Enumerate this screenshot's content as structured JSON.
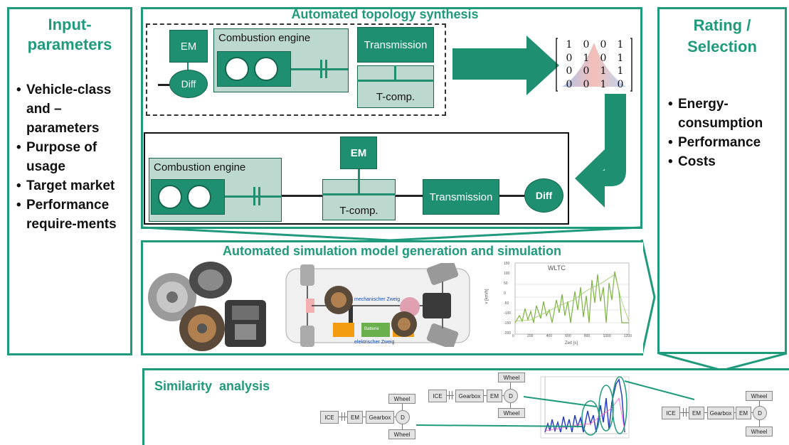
{
  "input": {
    "title_line1": "Input-",
    "title_line2": "parameters",
    "items": [
      "Vehicle-class and –parameters",
      "Purpose of usage",
      "Target market",
      "Performance require-ments"
    ]
  },
  "rating": {
    "title_line1": "Rating /",
    "title_line2": "Selection",
    "items": [
      "Energy-consumption",
      "Performance",
      "Costs"
    ]
  },
  "topology": {
    "title": "Automated topology synthesis",
    "em": "EM",
    "combustion": "Combustion engine",
    "combustion2": "Combustion engine",
    "transmission": "Transmission",
    "tcomp": "T-comp.",
    "diff": "Diff",
    "em2": "EM",
    "tcomp2": "T-comp.",
    "transmission2": "Transmission",
    "diff2": "Diff",
    "matrix": [
      [
        "1",
        "0",
        "0",
        "1"
      ],
      [
        "0",
        "1",
        "0",
        "1"
      ],
      [
        "0",
        "0",
        "1",
        "1"
      ],
      [
        "0",
        "0",
        "1",
        "0"
      ]
    ]
  },
  "simulation": {
    "title": "Automated simulation model generation and simulation",
    "vehicle_labels": {
      "mech": "mechanischer Zweig",
      "battery": "Batterie",
      "elec": "elektrischer Zweig"
    },
    "wltc_title": "WLTC",
    "wltc_ylabel": "v [km/h]",
    "wltc_xlabel": "Zeit [s]",
    "wltc_xticks": [
      "0",
      "200",
      "400",
      "600",
      "800",
      "1000",
      "1200"
    ],
    "wltc_yticks": [
      "150",
      "100",
      "50",
      "0",
      "-50",
      "-100",
      "-150",
      "-200"
    ]
  },
  "similarity": {
    "title": "Similarity  analysis",
    "left": {
      "ice": "ICE",
      "em": "EM",
      "gearbox": "Gearbox",
      "d": "D",
      "wheel_top": "Wheel",
      "wheel_bottom": "Wheel"
    },
    "mid": {
      "ice": "ICE",
      "gearbox": "Gearbox",
      "em": "EM",
      "d": "D",
      "wheel_top": "Wheel",
      "wheel_bottom": "Wheel"
    },
    "right": {
      "ice": "ICE",
      "em": "EM",
      "gearbox": "Gearbox",
      "em2": "EM",
      "d": "D",
      "wheel_top": "Wheel",
      "wheel_bottom": "Wheel"
    }
  },
  "colors": {
    "accent": "#1f9a7c",
    "dark_box": "#1f8f71",
    "light_box": "#bdd9cf"
  }
}
